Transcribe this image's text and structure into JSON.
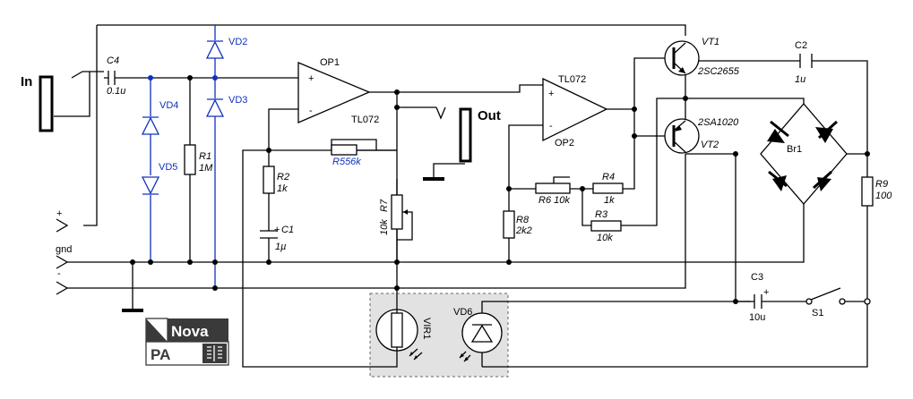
{
  "labels": {
    "in": "In",
    "out": "Out",
    "gnd": "gnd",
    "plus": "+",
    "minus": "-",
    "c4": "C4",
    "c4_val": "0.1u",
    "vd4": "VD4",
    "vd5": "VD5",
    "vd2": "VD2",
    "vd3": "VD3",
    "r1": "R1",
    "r1_val": "1M",
    "op1": "OP1",
    "op1_part": "TL072",
    "r2": "R2",
    "r2_val": "1k",
    "c1": "C1",
    "c1_val": "1µ",
    "r5": "R5",
    "r5_val": "56k",
    "r7": "R7",
    "r7_val": "10k",
    "op2_part": "TL072",
    "op2": "OP2",
    "r6": "R6",
    "r6_val": "10k",
    "r4": "R4",
    "r4_val": "1k",
    "r3": "R3",
    "r3_val": "10k",
    "r8": "R8",
    "r8_val": "2k2",
    "vt1": "VT1",
    "vt1_part": "2SC2655",
    "vt2": "VT2",
    "vt2_part": "2SA1020",
    "c2": "C2",
    "c2_val": "1u",
    "br1": "Br1",
    "r9": "R9",
    "r9_val": "100",
    "c3": "C3",
    "c3_val": "10u",
    "s1": "S1",
    "vir1": "VIR1",
    "vd6": "VD6",
    "logo_top": "Nova",
    "logo_bottom": "PA"
  }
}
